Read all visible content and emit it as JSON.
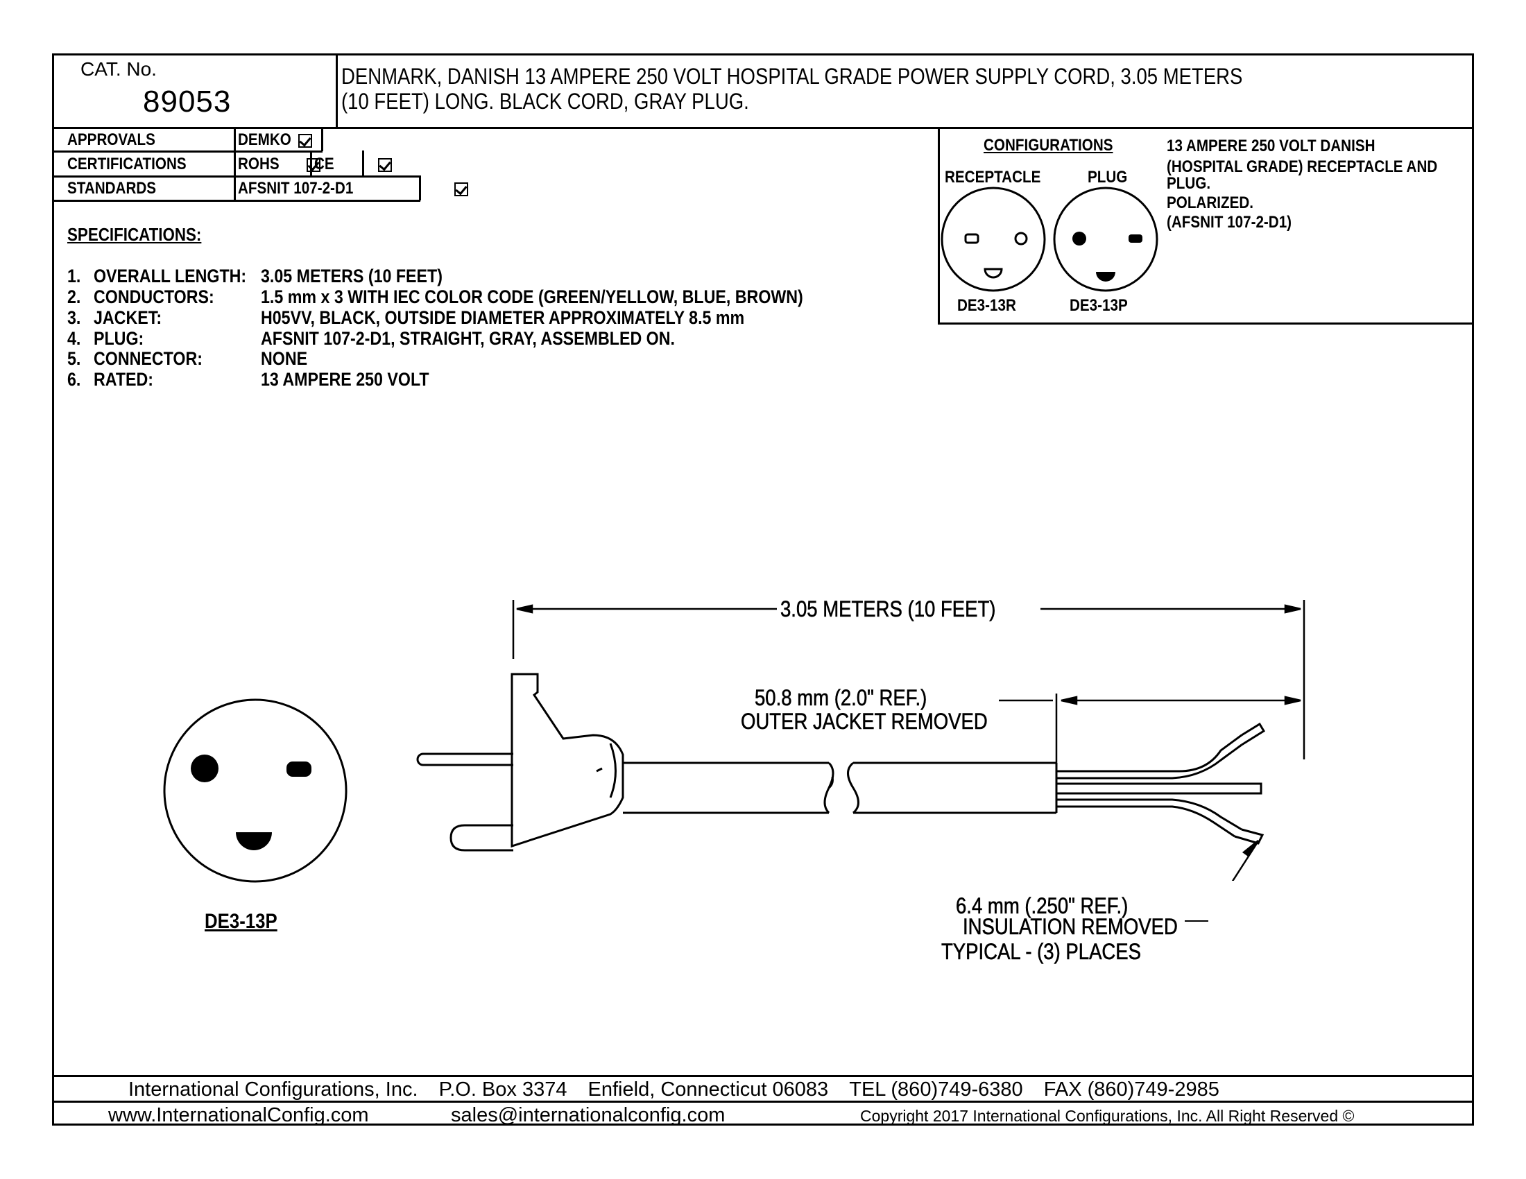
{
  "title_block": {
    "cat_label": "CAT. No.",
    "cat_number": "89053",
    "description_line1": "DENMARK, DANISH 13 AMPERE 250 VOLT HOSPITAL GRADE POWER SUPPLY CORD, 3.05 METERS",
    "description_line2": "(10 FEET) LONG. BLACK CORD, GRAY PLUG."
  },
  "compliance": {
    "approvals_label": "APPROVALS",
    "approvals_value": "DEMKO",
    "certifications_label": "CERTIFICATIONS",
    "cert_rohs": "ROHS",
    "cert_ce": "CE",
    "standards_label": "STANDARDS",
    "standards_value": "AFSNIT 107-2-D1"
  },
  "specifications": {
    "heading": "SPECIFICATIONS:",
    "items": [
      {
        "num": "1.",
        "label": "OVERALL LENGTH:",
        "value": "3.05 METERS (10 FEET)"
      },
      {
        "num": "2.",
        "label": "CONDUCTORS:",
        "value": "1.5 mm x 3 WITH IEC COLOR CODE (GREEN/YELLOW, BLUE, BROWN)"
      },
      {
        "num": "3.",
        "label": "JACKET:",
        "value": "H05VV, BLACK, OUTSIDE DIAMETER APPROXIMATELY 8.5 mm"
      },
      {
        "num": "4.",
        "label": "PLUG:",
        "value": "AFSNIT 107-2-D1, STRAIGHT, GRAY, ASSEMBLED ON."
      },
      {
        "num": "5.",
        "label": "CONNECTOR:",
        "value": "NONE"
      },
      {
        "num": "6.",
        "label": "RATED:",
        "value": "13 AMPERE 250 VOLT"
      }
    ]
  },
  "configurations": {
    "heading": "CONFIGURATIONS",
    "receptacle_label": "RECEPTACLE",
    "plug_label": "PLUG",
    "receptacle_code": "DE3-13R",
    "plug_code": "DE3-13P",
    "note_line1": "13 AMPERE 250 VOLT DANISH",
    "note_line2": "(HOSPITAL GRADE) RECEPTACLE AND",
    "note_line3": "PLUG.",
    "note_line4": "POLARIZED.",
    "note_line5": "(AFSNIT 107-2-D1)"
  },
  "drawing": {
    "overall_dim": "3.05 METERS (10 FEET)",
    "jacket_dim_line1": "50.8 mm (2.0\" REF.)",
    "jacket_dim_line2": "OUTER JACKET REMOVED",
    "insulation_line1": "6.4 mm (.250\" REF.)",
    "insulation_line2": "INSULATION REMOVED",
    "insulation_line3": "TYPICAL - (3) PLACES",
    "plug_face_label": "DE3-13P"
  },
  "footer": {
    "company": "International Configurations, Inc.",
    "po_box": "P.O. Box 3374",
    "city": "Enfield, Connecticut 06083",
    "tel": "TEL (860)749-6380",
    "fax": "FAX (860)749-2985",
    "website": "www.InternationalConfig.com",
    "email": "sales@internationalconfig.com",
    "copyright": "Copyright 2017 International Configurations, Inc. All Right Reserved ©"
  }
}
